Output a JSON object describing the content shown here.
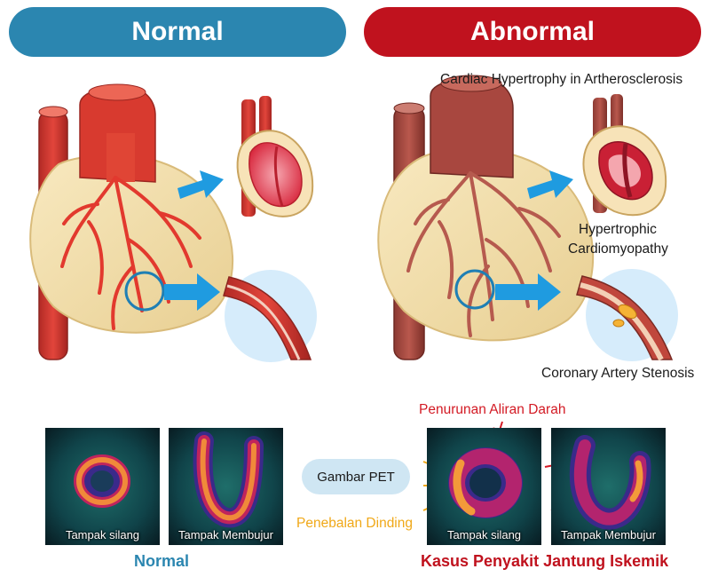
{
  "headers": {
    "normal": "Normal",
    "abnormal": "Abnormal"
  },
  "labels": {
    "cardiac_hypertrophy": "Cardiac Hypertrophy in Artherosclerosis",
    "hypertrophic_line1": "Hypertrophic",
    "hypertrophic_line2": "Cardiomyopathy",
    "coronary_stenosis": "Coronary Artery Stenosis"
  },
  "pet": {
    "center_label": "Gambar PET",
    "reduced_flow": "Penurunan Aliran Darah",
    "wall_thickening": "Penebalan Dinding",
    "cross_section": "Tampak silang",
    "bending_view": "Tampak Membujur"
  },
  "footer": {
    "normal": "Normal",
    "ischemic": "Kasus Penyakit Jantung Iskemik"
  },
  "colors": {
    "normal_blue": "#2b86b0",
    "abnormal_red": "#c0121e",
    "flow_red": "#d31a24",
    "thickening_orange": "#f0a818",
    "arrow_blue": "#1f9be0"
  },
  "icons": [
    "heart-illustration",
    "heart-cross-section",
    "artery-segment",
    "arrow-right-icon",
    "magnifier-circle"
  ]
}
